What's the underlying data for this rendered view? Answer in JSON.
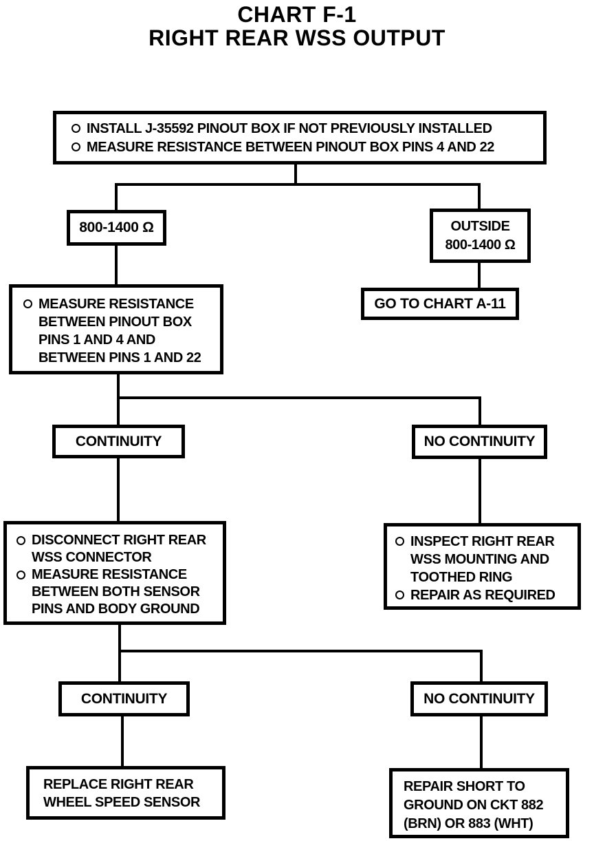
{
  "page": {
    "title_line1": "CHART F-1",
    "title_line2": "RIGHT REAR WSS OUTPUT"
  },
  "colors": {
    "ink": "#000000",
    "paper": "#ffffff"
  },
  "flowchart": {
    "start": {
      "bullets": [
        {
          "lines": [
            "INSTALL J-35592 PINOUT BOX IF NOT PREVIOUSLY INSTALLED"
          ]
        },
        {
          "lines": [
            "MEASURE RESISTANCE BETWEEN PINOUT BOX PINS 4 AND 22"
          ]
        }
      ]
    },
    "in_range": {
      "label": "800-1400 Ω"
    },
    "outside_range": {
      "lines": [
        "OUTSIDE",
        "800-1400 Ω"
      ]
    },
    "measure_pins": {
      "bullets": [
        {
          "lines": [
            "MEASURE RESISTANCE",
            "BETWEEN PINOUT BOX",
            "PINS 1 AND 4 AND",
            "BETWEEN PINS 1 AND 22"
          ]
        }
      ]
    },
    "goto_chart": {
      "label": "GO TO CHART A-11"
    },
    "continuity_1": {
      "label": "CONTINUITY"
    },
    "no_continuity_1": {
      "label": "NO CONTINUITY"
    },
    "disconnect_measure": {
      "bullets": [
        {
          "lines": [
            "DISCONNECT RIGHT REAR",
            "WSS CONNECTOR"
          ]
        },
        {
          "lines": [
            "MEASURE RESISTANCE",
            "BETWEEN BOTH SENSOR",
            "PINS AND BODY GROUND"
          ]
        }
      ]
    },
    "inspect_repair": {
      "bullets": [
        {
          "lines": [
            "INSPECT RIGHT REAR",
            "WSS MOUNTING AND",
            "TOOTHED RING"
          ]
        },
        {
          "lines": [
            "REPAIR AS REQUIRED"
          ]
        }
      ]
    },
    "continuity_2": {
      "label": "CONTINUITY"
    },
    "no_continuity_2": {
      "label": "NO CONTINUITY"
    },
    "replace_sensor": {
      "lines": [
        "REPLACE RIGHT REAR",
        "WHEEL SPEED SENSOR"
      ]
    },
    "repair_short": {
      "lines": [
        "REPAIR SHORT TO",
        "GROUND ON CKT 882",
        "(BRN) OR 883 (WHT)"
      ]
    }
  }
}
